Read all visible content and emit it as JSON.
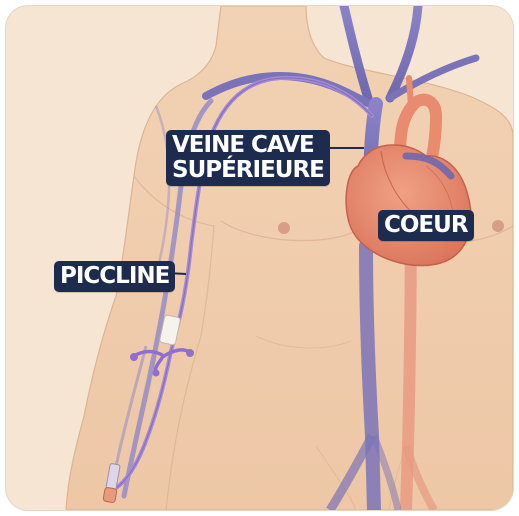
{
  "labels": {
    "vcs_line1": "VEINE CAVE",
    "vcs_line2": "SUPÉRIEURE",
    "heart": "COEUR",
    "piccline": "PICCLINE"
  },
  "colors": {
    "background": "#f6e5d2",
    "skin": "#f0cfb0",
    "vein": "#7a73b8",
    "catheter": "#a58ad6",
    "heart": "#e98b6e",
    "artery": "#e79a82",
    "label_bg": "#1d2b4f",
    "label_text": "#ffffff"
  }
}
